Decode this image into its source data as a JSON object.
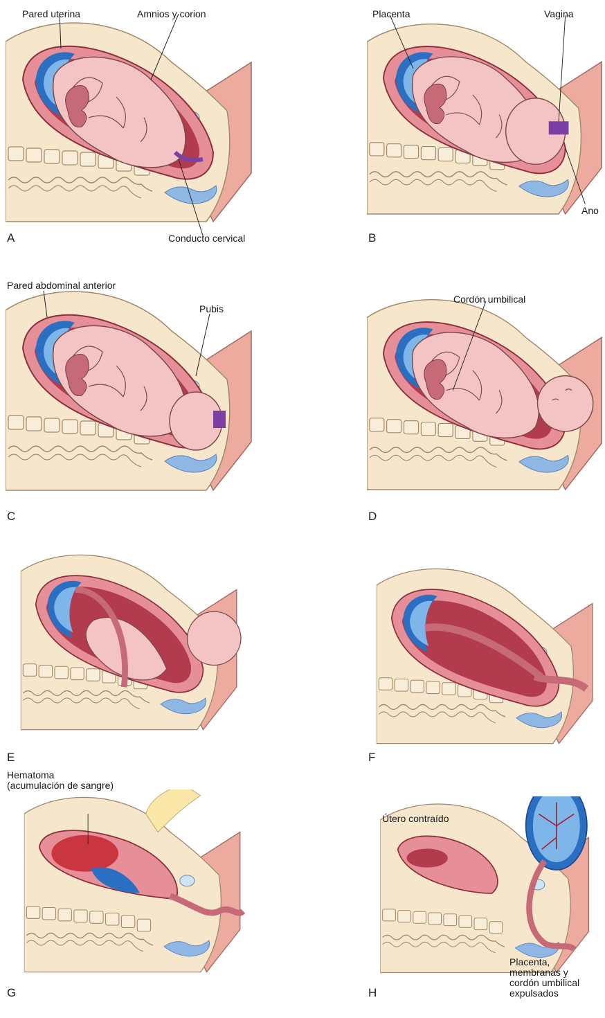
{
  "colors": {
    "skin": "#f5e6cc",
    "skin_outline": "#a08866",
    "back_tissue": "#ecab9e",
    "uterus_wall": "#e68f99",
    "uterus_dark": "#b23b4d",
    "placenta_blue": "#2b6fc2",
    "placenta_light": "#7fb6ea",
    "fetus": "#f4c3c3",
    "fetus_outline": "#7a4a4a",
    "cord": "#c56a76",
    "cervix_purple": "#7b3fa5",
    "bladder_blue": "#8fb7e3",
    "hematoma": "#c9363f",
    "hand": "#fbe8a8"
  },
  "panels": [
    {
      "letter": "A",
      "labels": [
        "Pared uterina",
        "Amnios y corion",
        "Conducto cervical"
      ]
    },
    {
      "letter": "B",
      "labels": [
        "Placenta",
        "Vagina",
        "Ano"
      ]
    },
    {
      "letter": "C",
      "labels": [
        "Pared abdominal anterior",
        "Pubis"
      ]
    },
    {
      "letter": "D",
      "labels": [
        "Cordón umbilical"
      ]
    },
    {
      "letter": "E",
      "labels": []
    },
    {
      "letter": "F",
      "labels": []
    },
    {
      "letter": "G",
      "labels": [
        "Hematoma\n(acumulación de sangre)"
      ]
    },
    {
      "letter": "H",
      "labels": [
        "Útero contraído",
        "Placenta,\nmembranas y\ncordón umbilical\nexpulsados"
      ]
    }
  ]
}
